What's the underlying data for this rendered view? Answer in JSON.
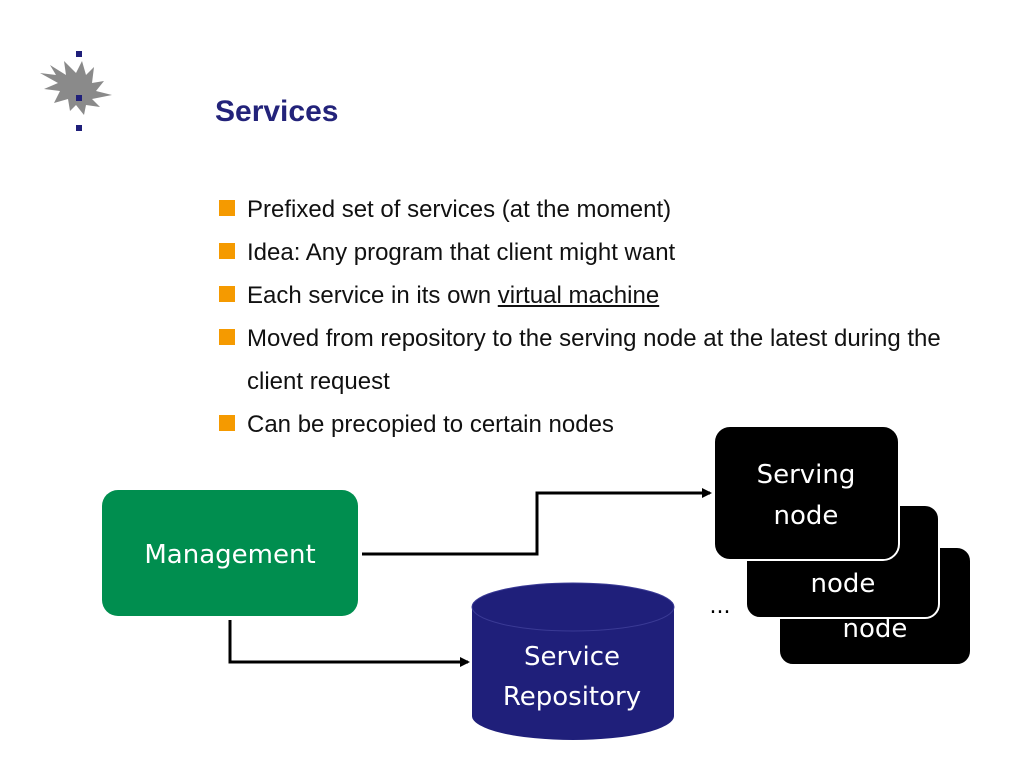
{
  "slide": {
    "title": "Services",
    "bullets": [
      {
        "text": "Prefixed set of services (at the moment)"
      },
      {
        "text": "Idea: Any program that client might want"
      },
      {
        "text_before": "Each service in its own ",
        "link": "virtual machine"
      },
      {
        "text": "Moved from repository to the serving node at the latest during the client request"
      },
      {
        "text": "Can be precopied to certain nodes"
      }
    ]
  },
  "diagram": {
    "management": "Management",
    "service_repository_line1": "Service",
    "service_repository_line2": "Repository",
    "serving_node_line1": "Serving",
    "serving_node_line2": "node",
    "node_middle": "node",
    "node_back": "node",
    "ellipsis": "..."
  },
  "colors": {
    "title": "#23237a",
    "bullet_marker": "#f59a00",
    "management_fill": "#008e4f",
    "repository_fill": "#1f1f7a",
    "node_fill": "#000000"
  },
  "icons": {
    "logo": "university-flame-logo"
  }
}
